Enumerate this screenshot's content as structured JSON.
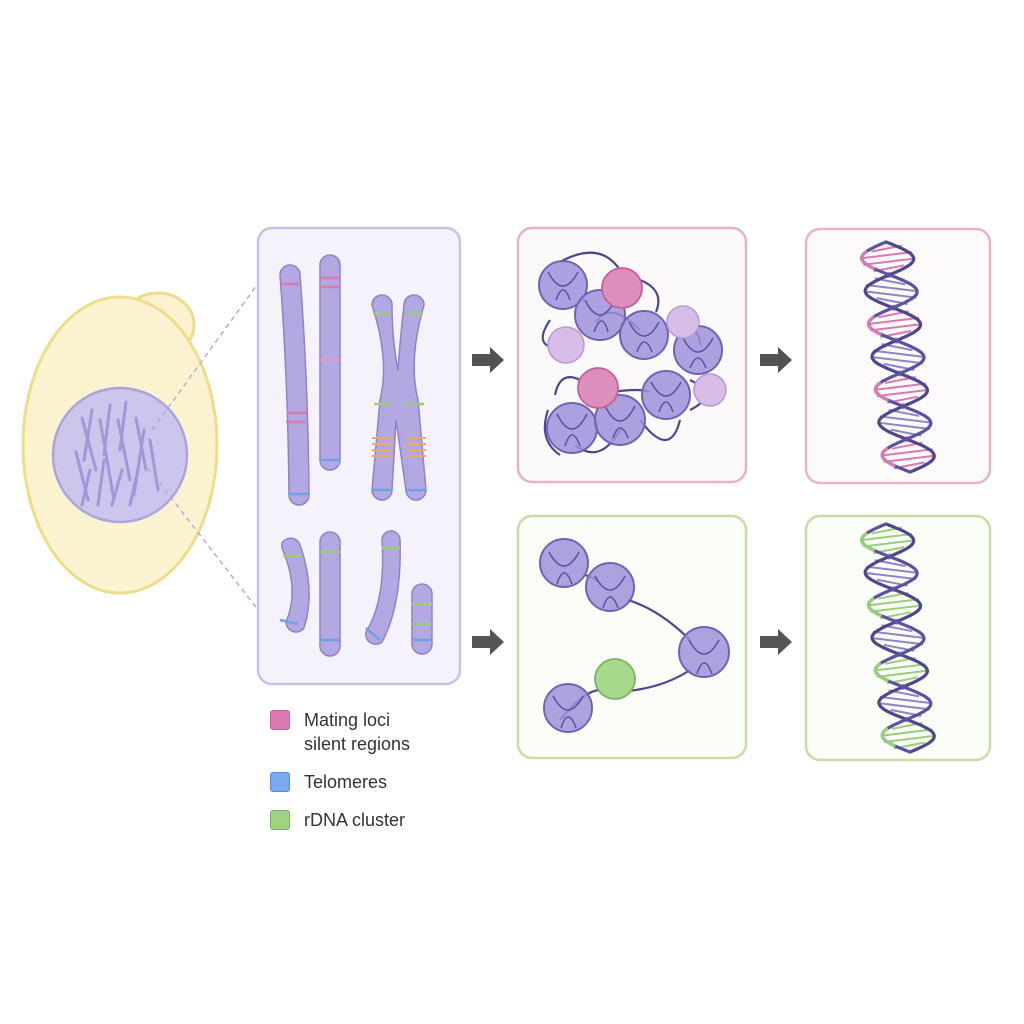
{
  "colors": {
    "cell_fill": "#fbf3cf",
    "cell_stroke": "#eedc8a",
    "nucleus_fill": "#cdc6ec",
    "chromosome_fill": "#b3a8e2",
    "chromosome_stroke": "#8f82cc",
    "nucleosome_fill": "#9d92d8",
    "nucleosome_stroke": "#6f63b6",
    "dna_strand": "#4f4690",
    "mating_loci": "#d97ab0",
    "telomeres": "#6fa0e8",
    "rdna": "#98cf7a",
    "panel_chromosomes": "#c9bfe8",
    "panel_mating": "#e6b4c6",
    "panel_rdna": "#c6dea4",
    "arrow": "#555555",
    "text": "#333333"
  },
  "legend": {
    "items": [
      {
        "line1": "Mating loci",
        "line2": "silent regions",
        "color": "#d97ab0",
        "border": "#c45f98"
      },
      {
        "line1": "Telomeres",
        "line2": "",
        "color": "#7aaaf0",
        "border": "#5b8ad6"
      },
      {
        "line1": "rDNA cluster",
        "line2": "",
        "color": "#9fd384",
        "border": "#7ab35e"
      }
    ]
  },
  "icons": {
    "cell": "yeast-cell-icon",
    "arrow": "right-arrow-icon",
    "nucleosome": "nucleosome-icon",
    "helix": "dna-helix-icon"
  }
}
